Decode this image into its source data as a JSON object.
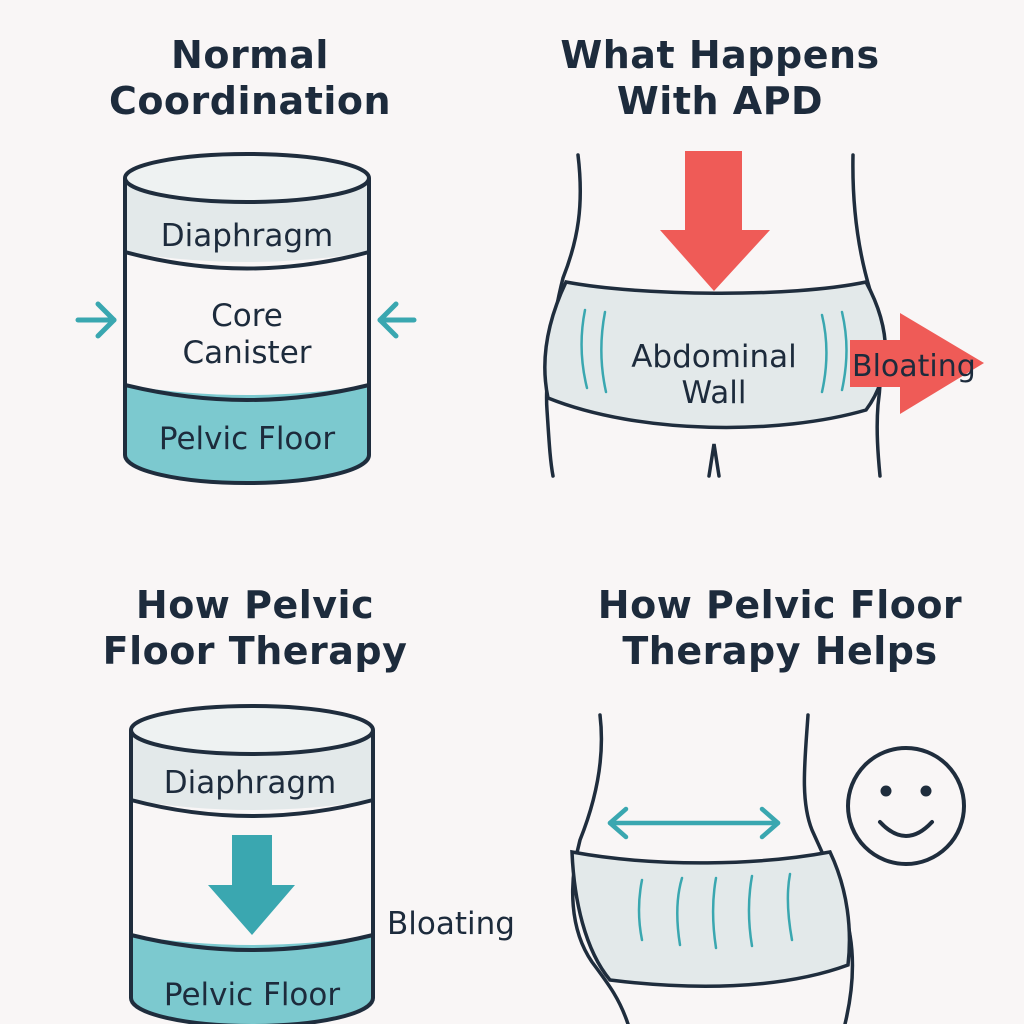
{
  "panels": {
    "normal": {
      "title_lines": [
        "Normal",
        "Coordination"
      ],
      "top_label": "Diaphragm",
      "middle_label_lines": [
        "Core",
        "Canister"
      ],
      "bottom_label": "Pelvic Floor"
    },
    "apd": {
      "title_lines": [
        "What Happens",
        "With APD"
      ],
      "wall_label_lines": [
        "Abdominal",
        "Wall"
      ],
      "bloating_label": "Bloating"
    },
    "therapy": {
      "title_lines": [
        "How Pelvic",
        "Floor Therapy"
      ],
      "top_label": "Diaphragm",
      "bottom_label": "Pelvic Floor",
      "side_label": "Bloating"
    },
    "helps": {
      "title_lines": [
        "How Pelvic Floor",
        "Therapy Helps"
      ]
    }
  },
  "colors": {
    "outline": "#1f2d3d",
    "teal": "#3aa7b0",
    "teal_fill": "#7cc9cf",
    "red": "#ef5b57",
    "light_gray": "#e3e9ea",
    "background": "#f9f6f6"
  },
  "icons": [
    "inward-arrow-icon",
    "down-arrow-icon",
    "right-arrow-icon",
    "double-arrow-icon",
    "smiley-face-icon"
  ]
}
